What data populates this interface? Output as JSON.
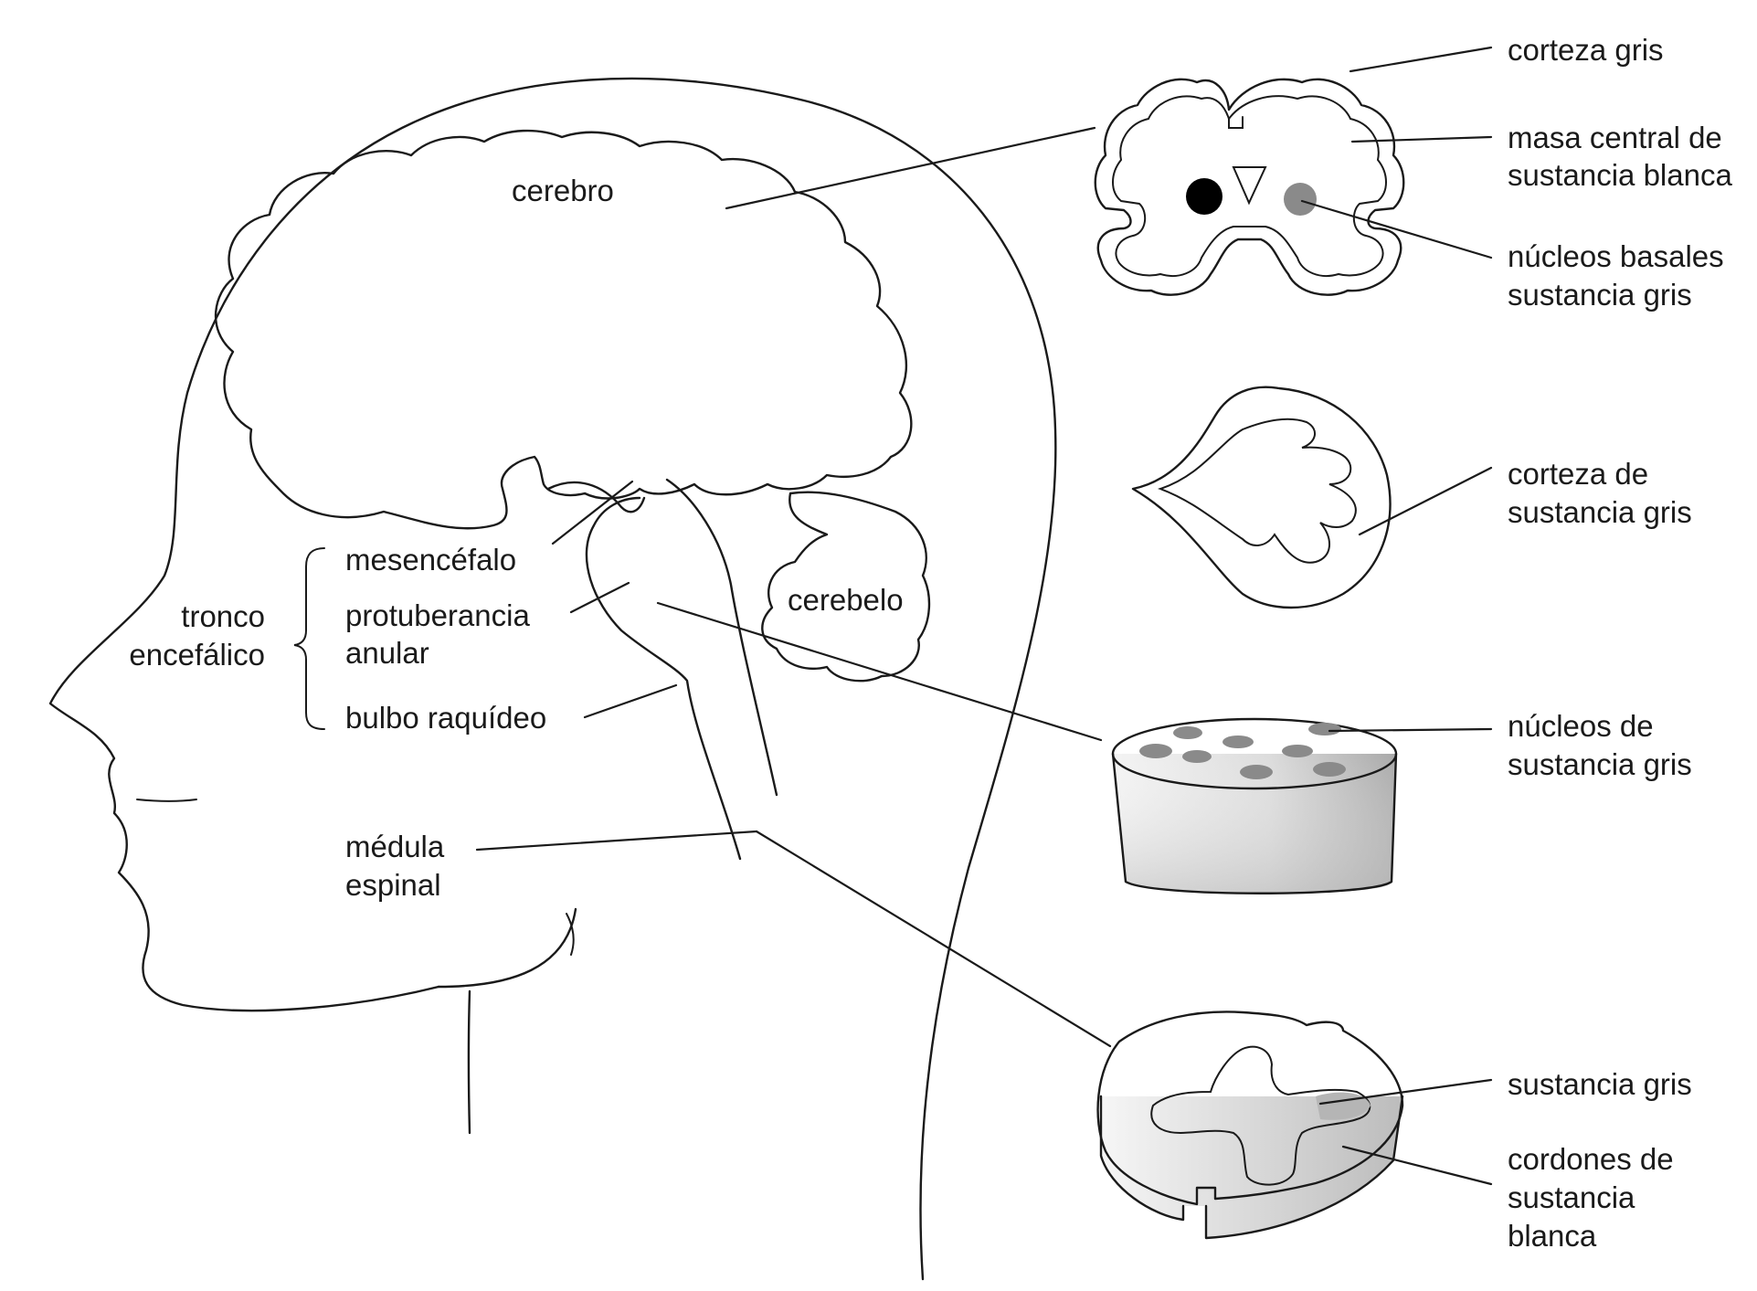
{
  "labels": {
    "cerebro": "cerebro",
    "cerebelo": "cerebelo",
    "mesencefalo": "mesencéfalo",
    "protuberancia_1": "protuberancia",
    "protuberancia_2": "anular",
    "bulbo": "bulbo raquídeo",
    "tronco_1": "tronco",
    "tronco_2": "encefálico",
    "medula_1": "médula",
    "medula_2": "espinal",
    "corteza_gris": "corteza gris",
    "masa_central_1": "masa central de",
    "masa_central_2": "sustancia blanca",
    "nucleos_basales_1": "núcleos basales",
    "nucleos_basales_2": "sustancia gris",
    "corteza_de_1": "corteza de",
    "corteza_de_2": "sustancia gris",
    "nucleos_de_1": "núcleos de",
    "nucleos_de_2": "sustancia gris",
    "sustancia_gris": "sustancia gris",
    "cordones_1": "cordones de",
    "cordones_2": "sustancia",
    "cordones_3": "blanca"
  },
  "colors": {
    "line": "#1a1a1a",
    "grey_fill": "#b5b5b5",
    "nucleus_fill": "#8a8a8a",
    "black_nucleus": "#000000"
  }
}
